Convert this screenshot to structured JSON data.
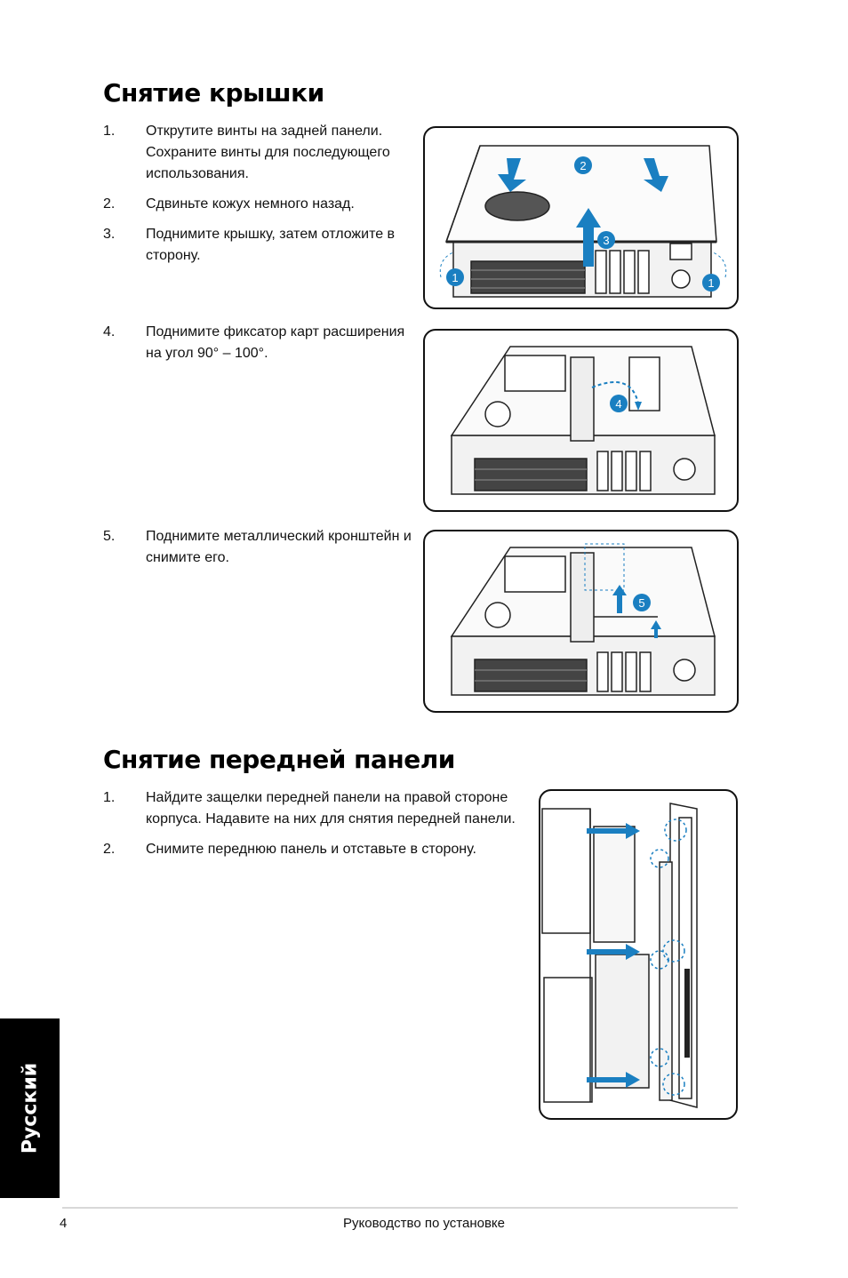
{
  "section1": {
    "title": "Снятие крышки",
    "steps": [
      {
        "num": "1.",
        "text": "Открутите винты на задней панели. Сохраните винты для последующего использования."
      },
      {
        "num": "2.",
        "text": "Сдвиньте кожух немного назад."
      },
      {
        "num": "3.",
        "text": "Поднимите крышку, затем отложите в сторону."
      }
    ],
    "step4": {
      "num": "4.",
      "text": "Поднимите фиксатор карт расширения на угол 90° – 100°."
    },
    "step5": {
      "num": "5.",
      "text": "Поднимите металлический кронштейн и снимите его."
    }
  },
  "section2": {
    "title": "Снятие передней панели",
    "steps": [
      {
        "num": "1.",
        "text": "Найдите защелки передней панели на правой стороне корпуса. Надавите на них для снятия передней панели."
      },
      {
        "num": "2.",
        "text": "Снимите переднюю панель и отставьте в сторону."
      }
    ]
  },
  "callouts": {
    "fig1": [
      "2",
      "3",
      "1",
      "1"
    ],
    "fig2": [
      "4"
    ],
    "fig3": [
      "5"
    ]
  },
  "side_tab": "Русский",
  "footer": {
    "page": "4",
    "title": "Руководство по установке"
  },
  "colors": {
    "accent": "#1a7fc1",
    "text": "#111111",
    "tab": "#000000"
  }
}
